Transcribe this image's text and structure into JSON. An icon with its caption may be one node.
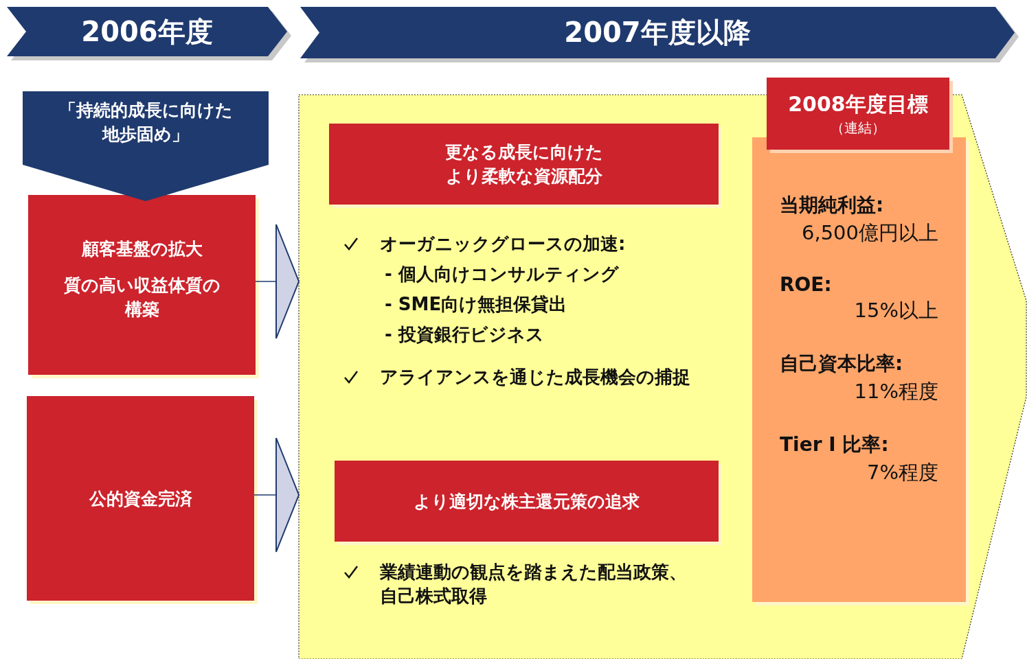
{
  "diagram": {
    "nodes": [
      {
        "text": [
          "2006年度"
        ]
      },
      {
        "text": [
          "2007年度以降"
        ]
      },
      {
        "text": [
          "「持続的成長に向けた地歩固め」"
        ]
      },
      {
        "text": [
          "顧客基盤の拡大",
          "質の高い収益体質の構築"
        ]
      },
      {
        "text": [
          "公的資金完済"
        ]
      },
      {
        "text": [
          "オーガニックグロースの加速:",
          "- 個人向けコンサルティング",
          "- SME向け無担保貸出",
          "- 投資銀行ビジネス",
          "アライアンスを通じた成長機会の捕捉",
          "業績連動の観点を踏まえた配当政策、自己株式取得"
        ]
      },
      {
        "text": [
          "更なる成長に向けたより柔軟な資源配分"
        ],
        "in": 5
      },
      {
        "text": [
          "2008年度目標",
          "（連結）"
        ]
      },
      {
        "text": [
          "当期純利益:",
          "6,500億円以上",
          "ROE:",
          "15%以上",
          "自己資本比率:",
          "11%程度",
          "Tier I 比率:",
          "7%程度"
        ],
        "in": 5
      },
      {
        "text": [
          "より適切な株主還元策の追求"
        ],
        "in": 5
      }
    ],
    "edges": [
      {
        "from": 3,
        "to": 5,
        "arrow": "to"
      },
      {
        "from": 4,
        "to": 5,
        "arrow": "to"
      }
    ]
  }
}
